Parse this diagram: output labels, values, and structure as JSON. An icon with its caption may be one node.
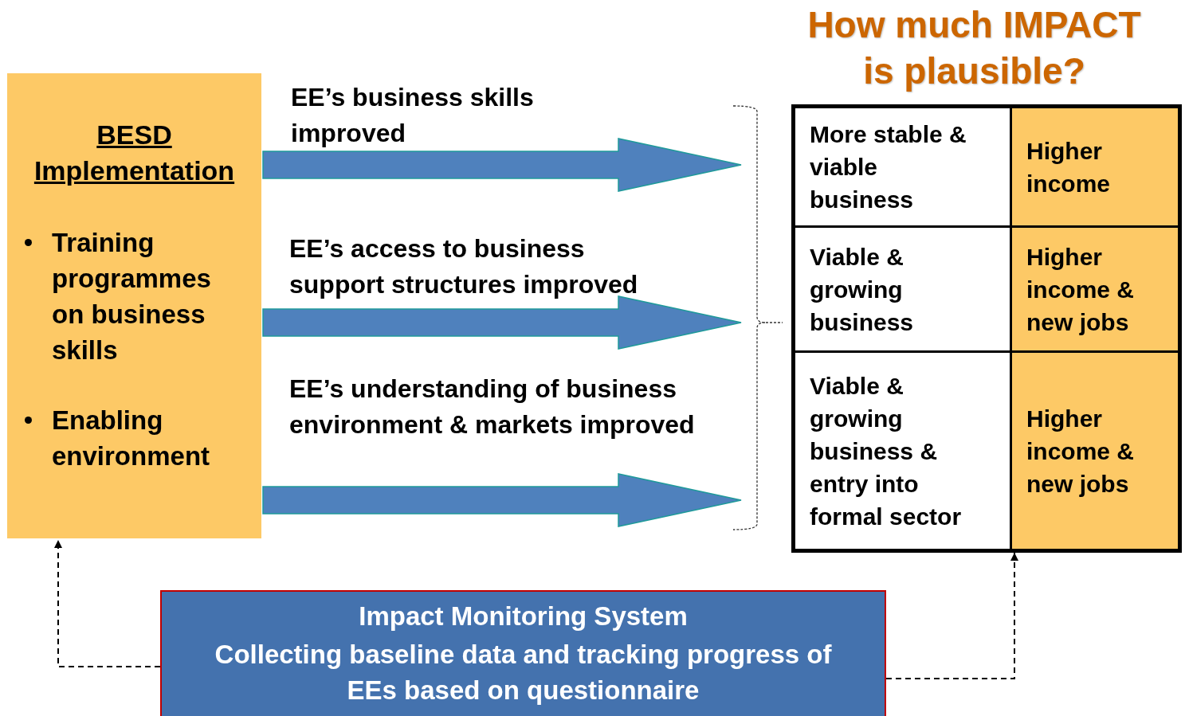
{
  "diagram": {
    "title": "How much IMPACT is plausible?",
    "nodes": [
      {
        "text": [
          "BESD Implementation",
          "Training programmes on business skills",
          "Enabling environment"
        ]
      },
      {
        "text": [],
        "shape": "box"
      },
      {
        "text": [
          "More stable & viable business"
        ],
        "in": 1
      },
      {
        "text": [
          "Higher income"
        ],
        "in": 1
      },
      {
        "text": [
          "Viable & growing business"
        ],
        "in": 1
      },
      {
        "text": [
          "Higher income & new jobs"
        ],
        "in": 1
      },
      {
        "text": [
          "Viable & growing business & entry into formal sector"
        ],
        "in": 1
      },
      {
        "text": [
          "Higher income & new jobs"
        ],
        "in": 1
      },
      {
        "text": [
          "Impact Monitoring System",
          "Collecting baseline data and tracking progress of EEs based on questionnaire"
        ]
      }
    ],
    "edges": [
      {
        "from": 0,
        "to": 1,
        "arrow": "to",
        "label": "EE’s business skills improved",
        "style": "thick"
      },
      {
        "from": 0,
        "to": 1,
        "arrow": "to",
        "label": "EE’s access to business support structures improved",
        "style": "thick"
      },
      {
        "from": 0,
        "to": 1,
        "arrow": "to",
        "label": "EE’s understanding of business environment & markets improved",
        "style": "thick"
      },
      {
        "from": 8,
        "to": 0,
        "arrow": "to",
        "style": "dashed"
      },
      {
        "from": 8,
        "to": 1,
        "arrow": "to",
        "style": "dashed"
      }
    ]
  }
}
